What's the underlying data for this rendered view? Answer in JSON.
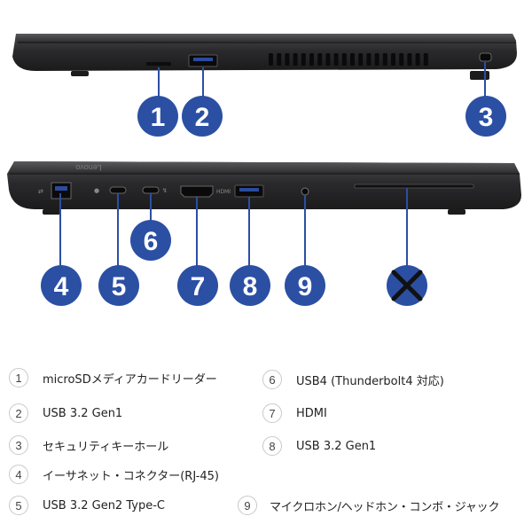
{
  "brand": "Lenovo",
  "colors": {
    "badge": "#2b4fa3",
    "laptop_body": "#2c2c2e",
    "legend_circle_border": "#c9c9c9"
  },
  "callouts": [
    "1",
    "2",
    "3",
    "4",
    "5",
    "6",
    "7",
    "8",
    "9"
  ],
  "not_available_icon": "crossed-circle-icon",
  "legend": [
    {
      "num": "1",
      "label": "microSDメディアカードリーダー"
    },
    {
      "num": "2",
      "label": "USB 3.2 Gen1"
    },
    {
      "num": "3",
      "label": "セキュリティキーホール"
    },
    {
      "num": "4",
      "label": "イーサネット・コネクター(RJ-45)"
    },
    {
      "num": "5",
      "label": "USB 3.2 Gen2 Type-C"
    },
    {
      "num": "6",
      "label": "USB4 (Thunderbolt4 対応)"
    },
    {
      "num": "7",
      "label": "HDMI"
    },
    {
      "num": "8",
      "label": "USB 3.2 Gen1"
    },
    {
      "num": "9",
      "label": "マイクロホン/ヘッドホン・コンボ・ジャック"
    }
  ]
}
